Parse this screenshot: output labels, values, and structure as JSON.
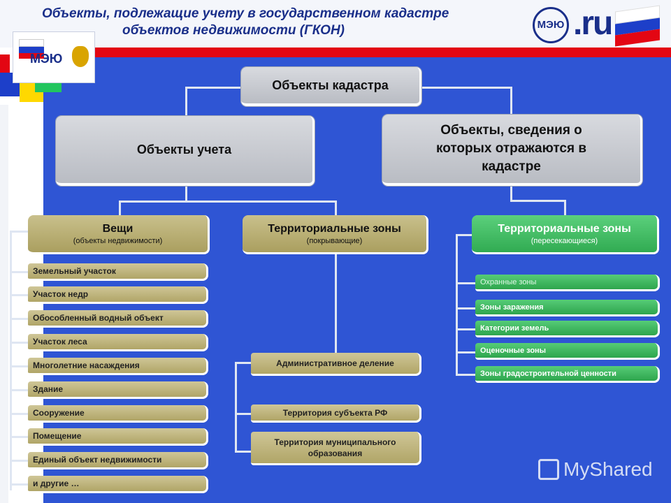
{
  "header": {
    "title_line1": "Объекты, подлежащие учету в государственном кадастре",
    "title_line2": "объектов недвижимости (ГКОН)"
  },
  "logo": {
    "emblem_text": "МЭЮ",
    "brand_text": ".ru"
  },
  "colors": {
    "blue_background": "#2f55d4",
    "red_bar": "#e30613",
    "gray_box": "#c4c6cc",
    "olive_box": "#b9ae6e",
    "green_box": "#3cb95e"
  },
  "diagram": {
    "root": "Объекты кадастра",
    "accounting": "Объекты учета",
    "info_objects": "Объекты, сведения о которых отражаются в кадастре",
    "things": {
      "title": "Вещи",
      "subtitle": "(объекты недвижимости)"
    },
    "zones_covering": {
      "title": "Территориальные зоны",
      "subtitle": "(покрывающие)"
    },
    "zones_intersecting": {
      "title": "Территориальные зоны",
      "subtitle": "(пересекающиеся)"
    },
    "things_items": [
      "Земельный участок",
      "Участок недр",
      "Обособленный водный объект",
      "Участок леса",
      "Многолетние насаждения",
      "Здание",
      "Сооружение",
      "Помещение",
      "Единый объект недвижимости",
      "и другие …"
    ],
    "covering_items": [
      "Административное деление",
      "Территория субъекта РФ",
      "Территория муниципального образования"
    ],
    "intersecting_items": [
      "Охранные зоны",
      "Зоны заражения",
      "Категории земель",
      "Оценочные зоны",
      "Зоны градостроительной ценности"
    ]
  },
  "watermark": "MyShared"
}
